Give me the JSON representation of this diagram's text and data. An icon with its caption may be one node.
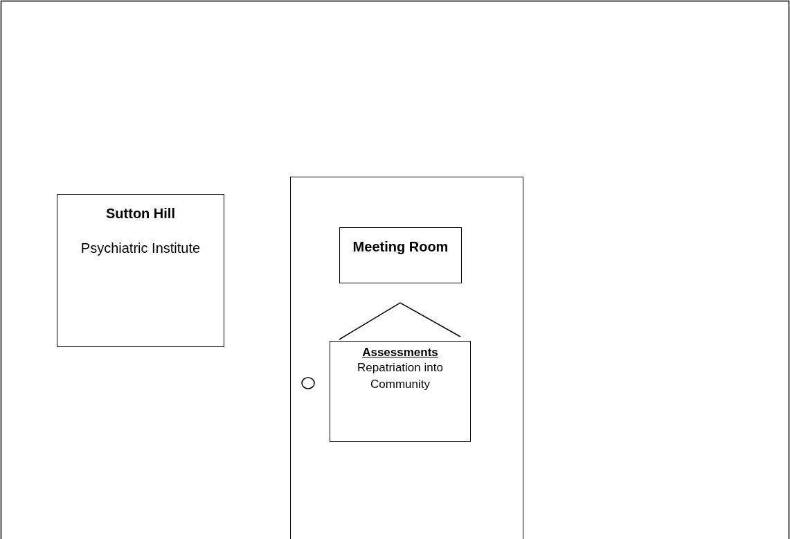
{
  "diagram": {
    "nodes": [
      {
        "text": [
          "Sutton Hill",
          "Psychiatric Institute"
        ]
      },
      {
        "text": [],
        "shape": "box"
      },
      {
        "text": [
          "Meeting Room"
        ],
        "in": 1
      },
      {
        "text": [
          "Assessments",
          "Repatriation into Community"
        ],
        "in": 1
      }
    ]
  }
}
